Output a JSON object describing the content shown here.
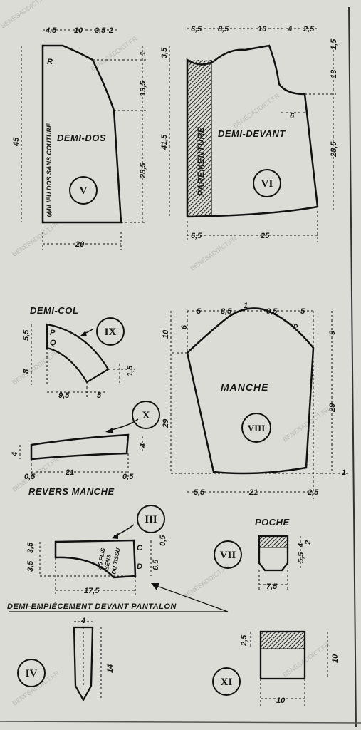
{
  "watermark": "BENESADDICT.FR",
  "pieces": {
    "demi_dos": {
      "roman": "V",
      "name": "DEMI-DOS",
      "side_label": "MILIEU DOS SANS COUTURE",
      "letter_r": "R",
      "letter_s": "S",
      "dims": {
        "top_a": "4,5",
        "top_b": "10",
        "top_c": "3,5",
        "top_d": "2",
        "left_v": "45",
        "right_a": "1",
        "right_b": "13,5",
        "right_c": "28,5",
        "bottom": "20"
      }
    },
    "demi_devant": {
      "roman": "VI",
      "name": "DEMI-DEVANT",
      "facing": "PAREMENTURE",
      "dims": {
        "top_a": "6,5",
        "top_b": "8,5",
        "top_c": "10",
        "top_d": "4",
        "top_e": "2,5",
        "left_a": "3,5",
        "left_b": "41,5",
        "right_a": "1,5",
        "right_b": "13",
        "right_c": "28,5",
        "inner": "6",
        "bottom_a": "6,5",
        "bottom_b": "25"
      }
    },
    "demi_col": {
      "roman": "IX",
      "name": "DEMI-COL",
      "letter_p": "P",
      "letter_q": "Q",
      "dims": {
        "left_a": "5,5",
        "left_b": "8",
        "bottom_a": "9,5",
        "bottom_b": "5",
        "right": "1,5"
      }
    },
    "manche": {
      "roman": "VIII",
      "name": "MANCHE",
      "dims": {
        "top_a": "5",
        "top_b": "8,5",
        "top_c": "1",
        "top_d": "9,5",
        "top_e": "5",
        "left_a": "6",
        "left_b": "10",
        "left_c": "29",
        "right_a": "6",
        "right_b": "9",
        "right_c": "29",
        "right_d": "1",
        "bottom_a": "5,5",
        "bottom_b": "21",
        "bottom_c": "2,5"
      }
    },
    "revers_manche": {
      "roman": "X",
      "name": "REVERS MANCHE",
      "dims": {
        "left": "4",
        "right": "4",
        "bottom_a": "0,5",
        "bottom_b": "21",
        "bottom_c": "0,5"
      }
    },
    "empiecement": {
      "roman": "III",
      "name": "DEMI-EMPIÈCEMENT DEVANT PANTALON",
      "note_lines": [
        "3,5 PLIS",
        "SENS",
        "DU TISSU"
      ],
      "letter_c": "C",
      "letter_d": "D",
      "dims": {
        "left_a": "3,5",
        "left_b": "3,5",
        "right_a": "0,5",
        "right_b": "6,5",
        "bottom": "17,5"
      }
    },
    "poche": {
      "roman": "VII",
      "name": "POCHE",
      "dims": {
        "right_a": "5,5",
        "right_b": "4",
        "right_c": "2",
        "bottom": "7,5"
      }
    },
    "passant": {
      "roman": "IV",
      "dims": {
        "top": "4",
        "height": "14"
      }
    },
    "piece_xi": {
      "roman": "XI",
      "dims": {
        "left": "2,5",
        "right": "10",
        "bottom": "10"
      }
    }
  }
}
